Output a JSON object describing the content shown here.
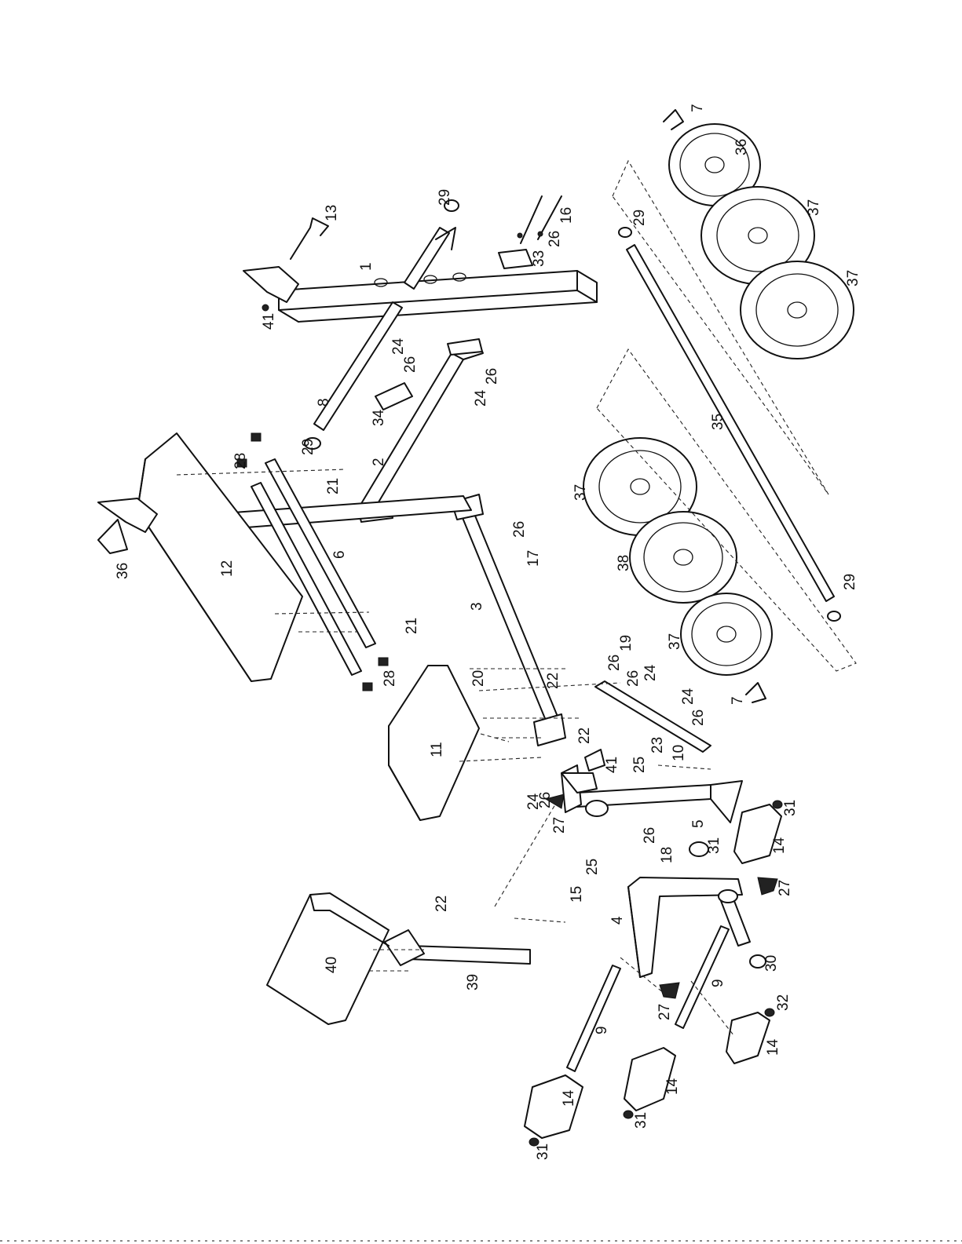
{
  "diagram": {
    "callouts": [
      "1",
      "2",
      "3",
      "4",
      "5",
      "6",
      "7",
      "7",
      "8",
      "9",
      "9",
      "10",
      "11",
      "12",
      "13",
      "14",
      "14",
      "14",
      "14",
      "15",
      "16",
      "17",
      "18",
      "19",
      "20",
      "21",
      "21",
      "22",
      "22",
      "22",
      "23",
      "24",
      "24",
      "24",
      "24",
      "24",
      "25",
      "25",
      "26",
      "26",
      "26",
      "26",
      "26",
      "26",
      "26",
      "26",
      "26",
      "27",
      "27",
      "27",
      "28",
      "28",
      "29",
      "29",
      "29",
      "29",
      "30",
      "31",
      "31",
      "31",
      "31",
      "32",
      "33",
      "34",
      "35",
      "36",
      "36",
      "37",
      "37",
      "37",
      "37",
      "38",
      "39",
      "40",
      "41",
      "41"
    ]
  },
  "colors": {
    "ink": "#111111",
    "paper": "#ffffff"
  }
}
